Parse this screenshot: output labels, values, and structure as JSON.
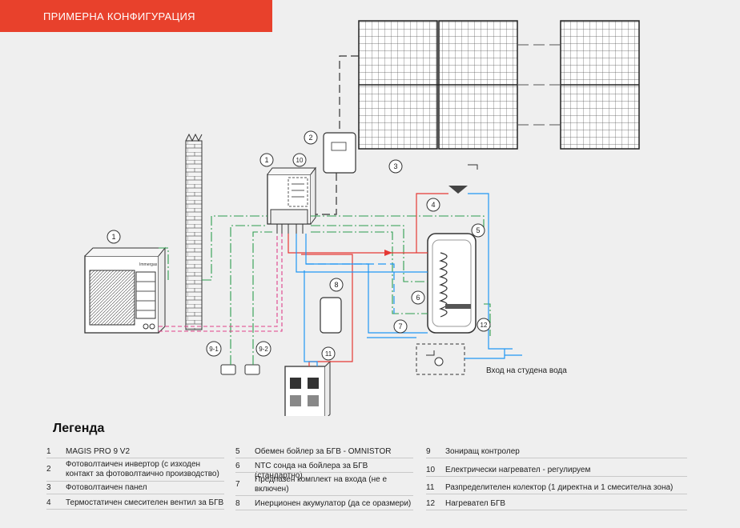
{
  "header": {
    "title": "ПРИМЕРНА КОНФИГУРАЦИЯ"
  },
  "diagram": {
    "callouts": [
      "1",
      "1",
      "2",
      "3",
      "4",
      "5",
      "6",
      "7",
      "8",
      "9-1",
      "9-2",
      "10",
      "11",
      "12"
    ],
    "cold_water_label": "Вход на студена вода",
    "unit_brand": "Immergas"
  },
  "legend": {
    "title": "Легенда",
    "items": [
      {
        "num": "1",
        "text": "MAGIS PRO 9 V2"
      },
      {
        "num": "2",
        "text": "Фотоволтаичен инвертор (с изходен контакт за фотоволтаично производство)"
      },
      {
        "num": "3",
        "text": "Фотоволтаичен панел"
      },
      {
        "num": "4",
        "text": "Термостатичен смесителен вентил за БГВ"
      },
      {
        "num": "5",
        "text": "Обемен бойлер за БГВ - OMNISTOR"
      },
      {
        "num": "6",
        "text": "NTC сонда на бойлера за БГВ (стандартно)"
      },
      {
        "num": "7",
        "text": "Предпазен комплект на входа (не е включен)"
      },
      {
        "num": "8",
        "text": "Инерционен акумулатор (да се оразмери)"
      },
      {
        "num": "9",
        "text": "Зониращ контролер"
      },
      {
        "num": "10",
        "text": "Електрически нагревател - регулируем"
      },
      {
        "num": "11",
        "text": "Разпределителен колектор (1 директна и 1 смесителна зона)"
      },
      {
        "num": "12",
        "text": "Нагревател БГВ"
      }
    ]
  },
  "colors": {
    "accent": "#e8412c",
    "hot": "#e53935",
    "cold": "#2196f3",
    "green": "#2e9e4f",
    "pink": "#e0408a"
  }
}
